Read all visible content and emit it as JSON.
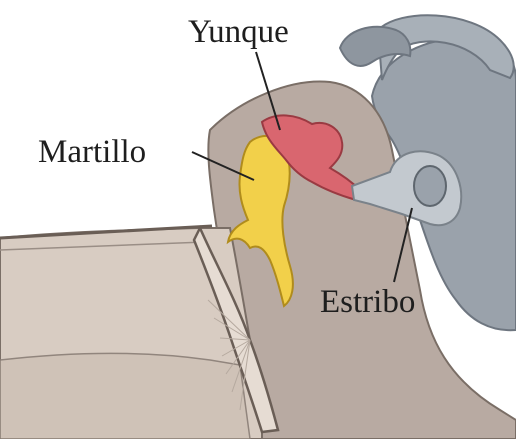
{
  "labels": {
    "incus": "Yunque",
    "malleus": "Martillo",
    "stapes": "Estribo"
  },
  "colors": {
    "malleus": "#f2d04a",
    "incus": "#d9666f",
    "stapes": "#c3c9cf",
    "cochlea": "#9aa2ab",
    "middle_ear": "#b8aaa2",
    "canal": "#d8ccc2"
  }
}
